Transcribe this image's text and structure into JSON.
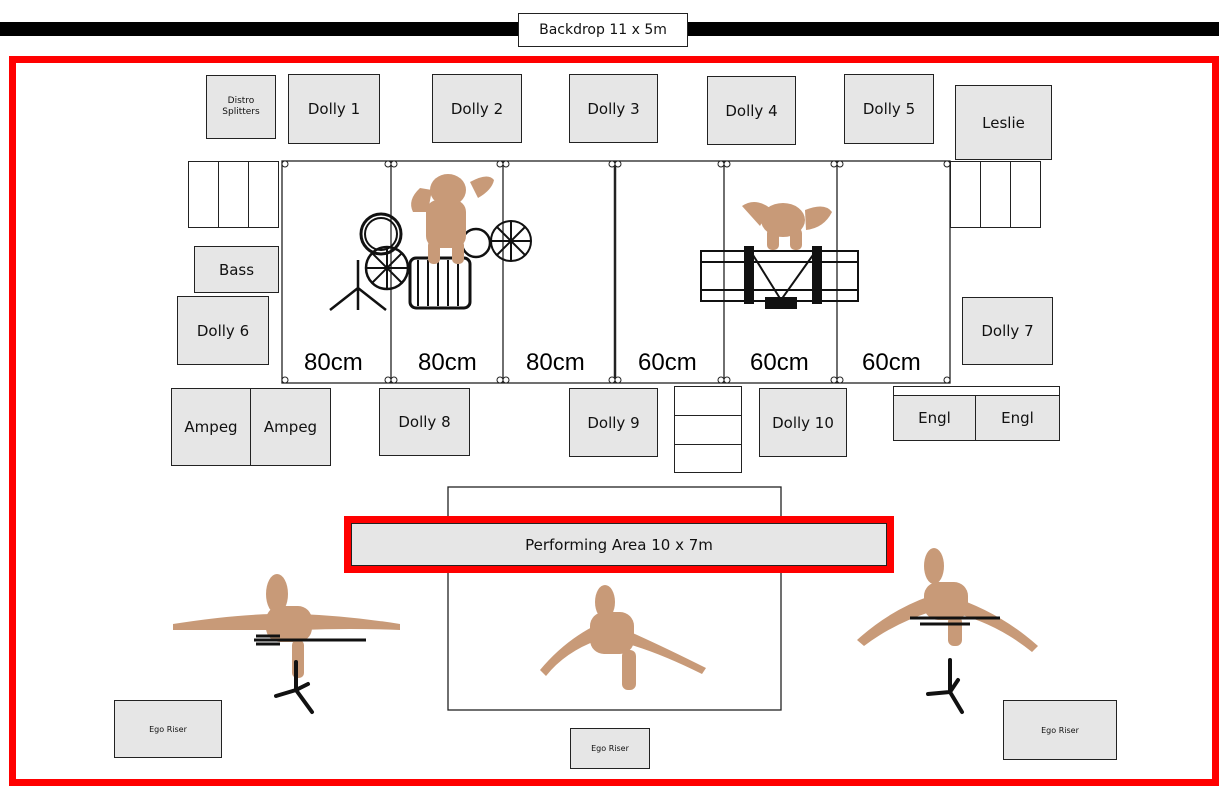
{
  "backdrop": {
    "label": "Backdrop 11 x 5m"
  },
  "top_row": [
    {
      "id": "distro",
      "label": "Distro\nSplitters"
    },
    {
      "id": "dolly1",
      "label": "Dolly 1"
    },
    {
      "id": "dolly2",
      "label": "Dolly 2"
    },
    {
      "id": "dolly3",
      "label": "Dolly 3"
    },
    {
      "id": "dolly4",
      "label": "Dolly 4"
    },
    {
      "id": "dolly5",
      "label": "Dolly 5"
    },
    {
      "id": "leslie",
      "label": "Leslie"
    }
  ],
  "left_side": {
    "bass": "Bass",
    "dolly6": "Dolly 6",
    "ampeg_left": "Ampeg",
    "ampeg_right": "Ampeg"
  },
  "right_side": {
    "dolly7": "Dolly 7",
    "engl_left": "Engl",
    "engl_right": "Engl"
  },
  "front_row": {
    "dolly8": "Dolly 8",
    "dolly9": "Dolly 9",
    "dolly10": "Dolly 10"
  },
  "riser_heights": [
    "80cm",
    "80cm",
    "80cm",
    "60cm",
    "60cm",
    "60cm"
  ],
  "performing_area": {
    "label": "Performing Area 10 x 7m"
  },
  "ego_risers": {
    "left": "Ego Riser",
    "center": "Ego Riser",
    "right": "Ego Riser"
  },
  "colors": {
    "frame": "#ff0000",
    "box_fill": "#e6e6e6",
    "performer": "#c89a78",
    "backdrop_bar": "#000000"
  }
}
